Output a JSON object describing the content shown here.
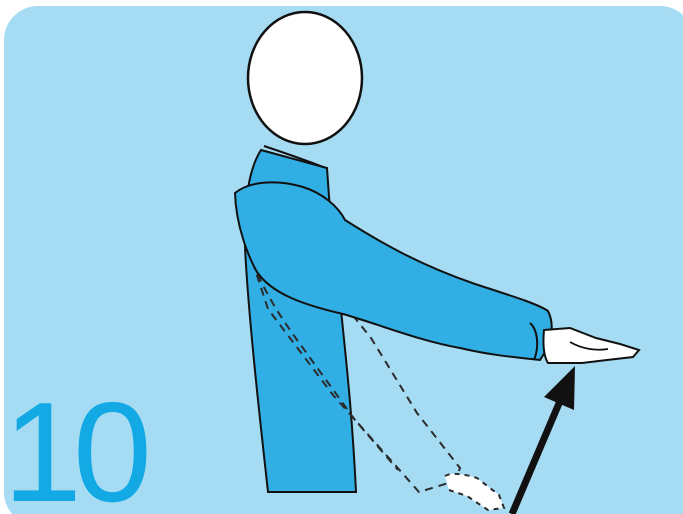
{
  "step": {
    "number": "10"
  },
  "colors": {
    "panel_background": "#a6dcf3",
    "number_color": "#12a9e4",
    "shirt_blue": "#31afe4",
    "outline": "#111111",
    "skin_fill": "#ffffff"
  },
  "icons": {
    "movement_arrow": "arrow-up-right-icon",
    "resting_arm": "dashed-arm-outline",
    "raised_arm": "extended-arm"
  }
}
